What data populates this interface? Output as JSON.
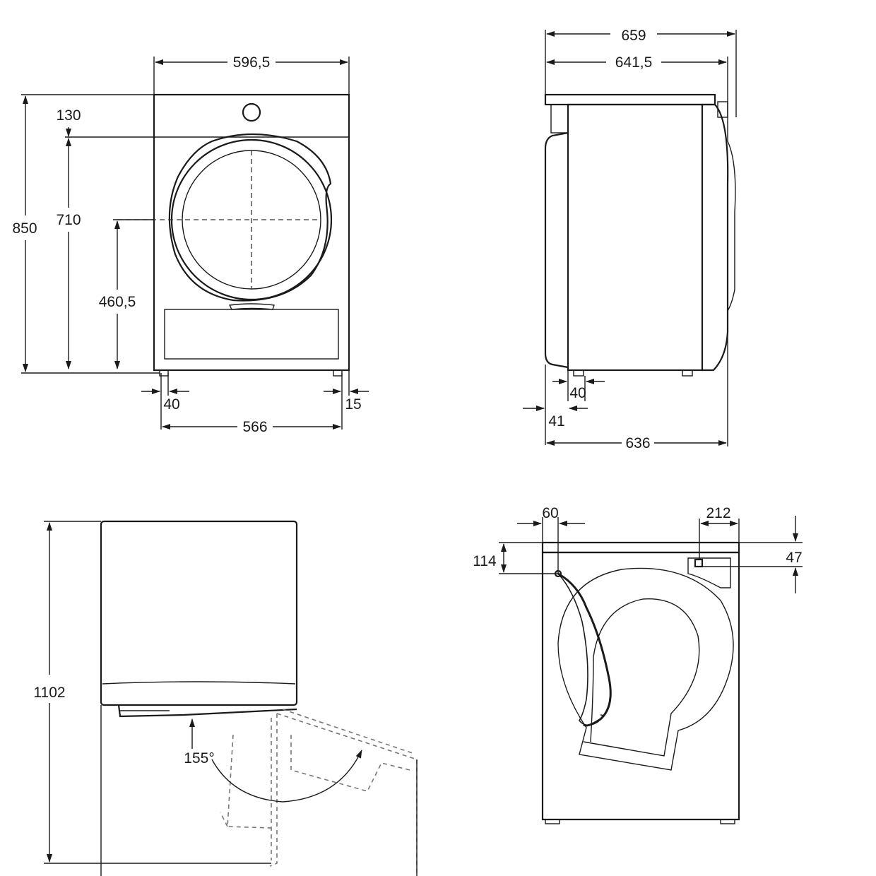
{
  "views": {
    "front": {
      "width": "596,5",
      "total_height": "850",
      "top_panel": "130",
      "door_top": "710",
      "door_center": "460,5",
      "foot_inset_left": "40",
      "foot_inset_right": "15",
      "foot_span": "566"
    },
    "side": {
      "depth_overall": "659",
      "depth_top": "641,5",
      "foot_offset": "40",
      "door_offset": "41",
      "depth_base": "636"
    },
    "door_open": {
      "height_open": "1102",
      "opening_angle": "155°"
    },
    "rear": {
      "cable_offset": "60",
      "cable_height": "114",
      "hose_width": "212",
      "hose_height": "47"
    }
  }
}
